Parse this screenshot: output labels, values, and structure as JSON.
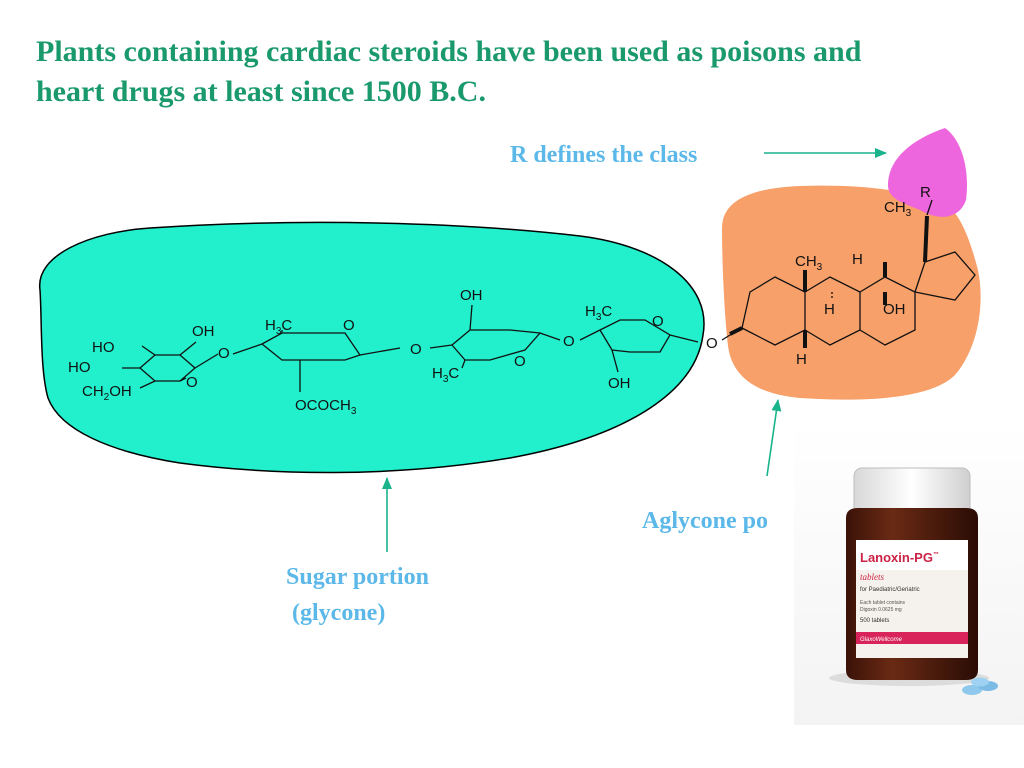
{
  "slide": {
    "title_line1": "Plants containing cardiac steroids have been used as poisons and",
    "title_line2": "heart drugs at least since 1500 B.C."
  },
  "labels": {
    "r_class": "R defines the class",
    "aglycone": "Aglycone po",
    "sugar_line1": "Sugar portion",
    "sugar_line2": "(glycone)"
  },
  "structure": {
    "r_group": "R",
    "oh": "OH",
    "ho": "HO",
    "h": "H",
    "o": "O",
    "ch": "CH",
    "ch_sub": "3",
    "ch2oh_main": "CH",
    "ch2oh_sub": "2",
    "ch2oh_tail": "OH",
    "h3c_h": "H",
    "h3c_sub": "3",
    "h3c_c": "C",
    "ococh_main": "OCOCH",
    "ococh_sub": "3"
  },
  "photo": {
    "brand": "Lanoxin-PG",
    "tm": "™",
    "line1": "tablets",
    "line2": "for Paediatric/Geriatric",
    "line3": "Each tablet contains",
    "line4": "Digoxin 0.0625 mg",
    "line5": "500 tablets",
    "maker": "GlaxoWellcome"
  },
  "colors": {
    "title": "#1a9a6c",
    "label": "#5bb8e8",
    "sugar_blob": "#22f0cc",
    "aglycone_blob": "#f7a06a",
    "r_blob": "#ee66dd",
    "arrow": "#19b48c"
  }
}
